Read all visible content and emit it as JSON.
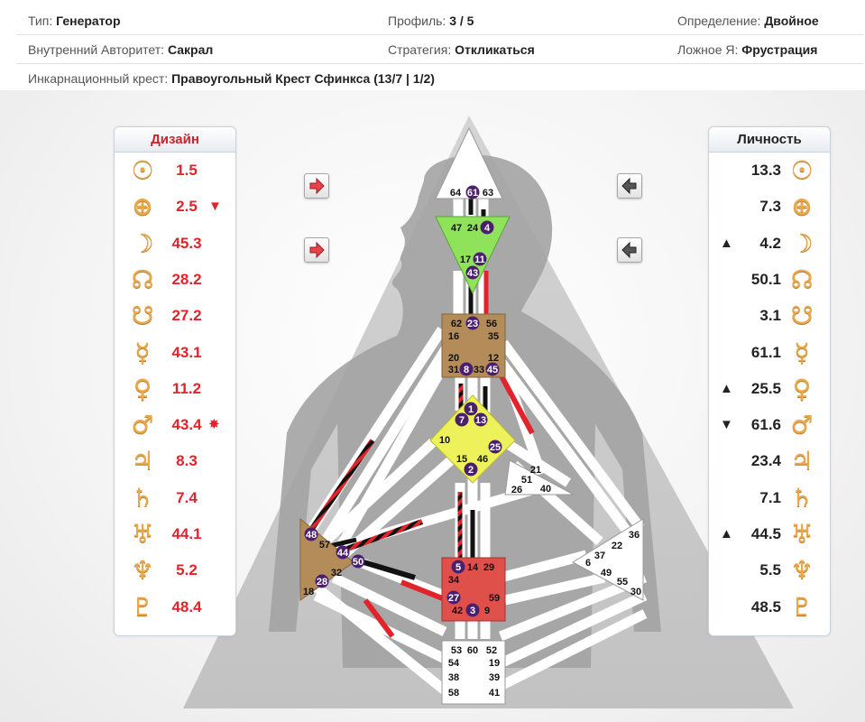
{
  "info": {
    "type_label": "Тип:",
    "type_value": "Генератор",
    "profile_label": "Профиль:",
    "profile_value": "3 / 5",
    "definition_label": "Определение:",
    "definition_value": "Двойное",
    "authority_label": "Внутренний Авторитет:",
    "authority_value": "Сакрал",
    "strategy_label": "Стратегия:",
    "strategy_value": "Откликаться",
    "notself_label": "Ложное Я:",
    "notself_value": "Фрустрация",
    "cross_label": "Инкарнационный крест:",
    "cross_value": "Правоугольный Крест Сфинкса (13/7 | 1/2)"
  },
  "design": {
    "title": "Дизайн",
    "rows": [
      {
        "glyph": "☉",
        "icon": "sun-icon",
        "value": "1.5",
        "mark": ""
      },
      {
        "glyph": "⊕",
        "icon": "earth-icon",
        "value": "2.5",
        "mark": "▼"
      },
      {
        "glyph": "☽",
        "icon": "moon-icon",
        "value": "45.3",
        "mark": ""
      },
      {
        "glyph": "☊",
        "icon": "north-node-icon",
        "value": "28.2",
        "mark": ""
      },
      {
        "glyph": "☋",
        "icon": "south-node-icon",
        "value": "27.2",
        "mark": ""
      },
      {
        "glyph": "☿",
        "icon": "mercury-icon",
        "value": "43.1",
        "mark": ""
      },
      {
        "glyph": "♀",
        "icon": "venus-icon",
        "value": "11.2",
        "mark": ""
      },
      {
        "glyph": "♂",
        "icon": "mars-icon",
        "value": "43.4",
        "mark": "✸"
      },
      {
        "glyph": "♃",
        "icon": "jupiter-icon",
        "value": "8.3",
        "mark": ""
      },
      {
        "glyph": "♄",
        "icon": "saturn-icon",
        "value": "7.4",
        "mark": ""
      },
      {
        "glyph": "♅",
        "icon": "uranus-icon",
        "value": "44.1",
        "mark": ""
      },
      {
        "glyph": "♆",
        "icon": "neptune-icon",
        "value": "5.2",
        "mark": ""
      },
      {
        "glyph": "♇",
        "icon": "pluto-icon",
        "value": "48.4",
        "mark": ""
      }
    ]
  },
  "personality": {
    "title": "Личность",
    "rows": [
      {
        "glyph": "☉",
        "icon": "sun-icon",
        "value": "13.3",
        "mark": ""
      },
      {
        "glyph": "⊕",
        "icon": "earth-icon",
        "value": "7.3",
        "mark": ""
      },
      {
        "glyph": "☽",
        "icon": "moon-icon",
        "value": "4.2",
        "mark": "▲"
      },
      {
        "glyph": "☊",
        "icon": "north-node-icon",
        "value": "50.1",
        "mark": ""
      },
      {
        "glyph": "☋",
        "icon": "south-node-icon",
        "value": "3.1",
        "mark": ""
      },
      {
        "glyph": "☿",
        "icon": "mercury-icon",
        "value": "61.1",
        "mark": ""
      },
      {
        "glyph": "♀",
        "icon": "venus-icon",
        "value": "25.5",
        "mark": "▲"
      },
      {
        "glyph": "♂",
        "icon": "mars-icon",
        "value": "61.6",
        "mark": "▼"
      },
      {
        "glyph": "♃",
        "icon": "jupiter-icon",
        "value": "23.4",
        "mark": ""
      },
      {
        "glyph": "♄",
        "icon": "saturn-icon",
        "value": "7.1",
        "mark": ""
      },
      {
        "glyph": "♅",
        "icon": "uranus-icon",
        "value": "44.5",
        "mark": "▲"
      },
      {
        "glyph": "♆",
        "icon": "neptune-icon",
        "value": "5.5",
        "mark": ""
      },
      {
        "glyph": "♇",
        "icon": "pluto-icon",
        "value": "48.5",
        "mark": ""
      }
    ]
  },
  "colors": {
    "design_red": "#e3232b",
    "personality_black": "#222222",
    "planet_gold": "#e9a94a",
    "head_fill": "#ffffff",
    "ajna_fill": "#8fe35a",
    "throat_fill": "#b38c5a",
    "g_fill": "#eef25a",
    "sacral_fill": "#e0504a",
    "spleen_fill": "#b38c5a",
    "highlight_gate": "#4a1f6e"
  },
  "gates": {
    "head": [
      {
        "n": "64",
        "a": false
      },
      {
        "n": "61",
        "a": true
      },
      {
        "n": "63",
        "a": false
      }
    ],
    "ajna": [
      {
        "n": "47",
        "a": false
      },
      {
        "n": "24",
        "a": false
      },
      {
        "n": "4",
        "a": true
      },
      {
        "n": "17",
        "a": false
      },
      {
        "n": "11",
        "a": true
      },
      {
        "n": "43",
        "a": true
      }
    ],
    "throat": [
      {
        "n": "62",
        "a": false
      },
      {
        "n": "23",
        "a": true
      },
      {
        "n": "56",
        "a": false
      },
      {
        "n": "16",
        "a": false
      },
      {
        "n": "35",
        "a": false
      },
      {
        "n": "20",
        "a": false
      },
      {
        "n": "12",
        "a": false
      },
      {
        "n": "31",
        "a": false
      },
      {
        "n": "8",
        "a": true
      },
      {
        "n": "33",
        "a": false
      },
      {
        "n": "45",
        "a": true
      }
    ],
    "g": [
      {
        "n": "1",
        "a": true
      },
      {
        "n": "7",
        "a": true
      },
      {
        "n": "13",
        "a": true
      },
      {
        "n": "10",
        "a": false
      },
      {
        "n": "25",
        "a": true
      },
      {
        "n": "15",
        "a": false
      },
      {
        "n": "46",
        "a": false
      },
      {
        "n": "2",
        "a": true
      }
    ],
    "heart": [
      {
        "n": "21",
        "a": false
      },
      {
        "n": "51",
        "a": false
      },
      {
        "n": "26",
        "a": false
      },
      {
        "n": "40",
        "a": false
      }
    ],
    "spleen": [
      {
        "n": "48",
        "a": true
      },
      {
        "n": "57",
        "a": false
      },
      {
        "n": "44",
        "a": true
      },
      {
        "n": "50",
        "a": true
      },
      {
        "n": "32",
        "a": false
      },
      {
        "n": "28",
        "a": true
      },
      {
        "n": "18",
        "a": false
      }
    ],
    "sacral": [
      {
        "n": "5",
        "a": true
      },
      {
        "n": "14",
        "a": false
      },
      {
        "n": "29",
        "a": false
      },
      {
        "n": "34",
        "a": false
      },
      {
        "n": "27",
        "a": true
      },
      {
        "n": "59",
        "a": false
      },
      {
        "n": "42",
        "a": false
      },
      {
        "n": "3",
        "a": true
      },
      {
        "n": "9",
        "a": false
      }
    ],
    "solar": [
      {
        "n": "36",
        "a": false
      },
      {
        "n": "22",
        "a": false
      },
      {
        "n": "37",
        "a": false
      },
      {
        "n": "6",
        "a": false
      },
      {
        "n": "49",
        "a": false
      },
      {
        "n": "55",
        "a": false
      },
      {
        "n": "30",
        "a": false
      }
    ],
    "root": [
      {
        "n": "53",
        "a": false
      },
      {
        "n": "60",
        "a": false
      },
      {
        "n": "52",
        "a": false
      },
      {
        "n": "54",
        "a": false
      },
      {
        "n": "19",
        "a": false
      },
      {
        "n": "38",
        "a": false
      },
      {
        "n": "39",
        "a": false
      },
      {
        "n": "58",
        "a": false
      },
      {
        "n": "41",
        "a": false
      }
    ]
  }
}
